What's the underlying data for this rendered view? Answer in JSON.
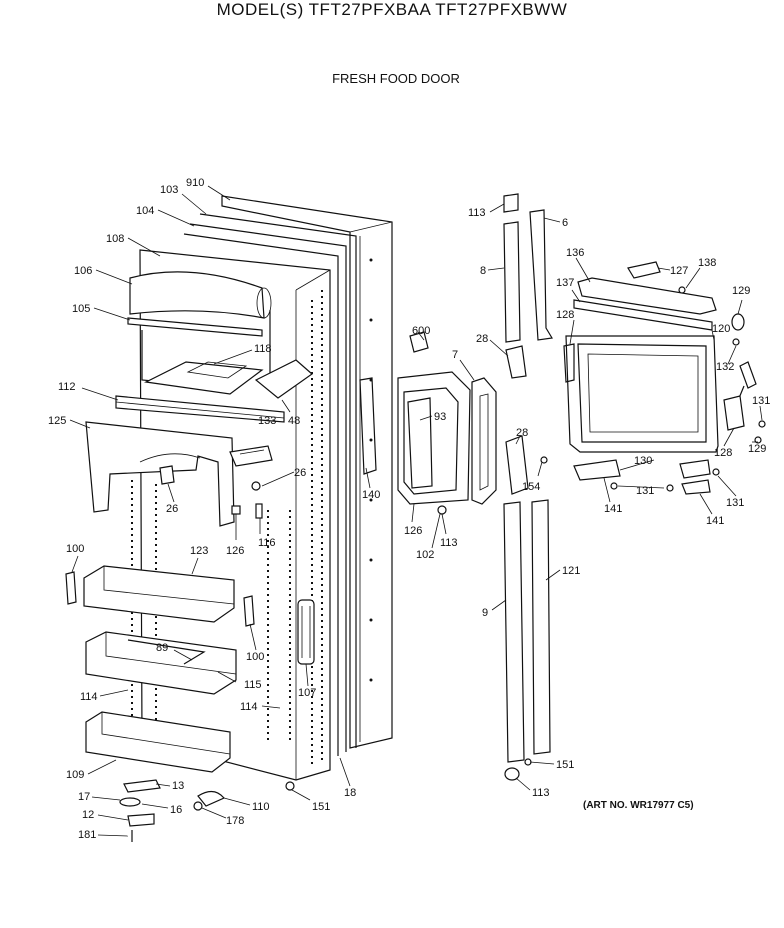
{
  "header": {
    "model": "MODEL(S) TFT27PFXBAA  TFT27PFXBWW",
    "subtitle": "FRESH FOOD DOOR"
  },
  "footer": {
    "art_no": "(ART NO. WR17977 C5)"
  },
  "callouts": {
    "c910": "910",
    "c103": "103",
    "c104": "104",
    "c108": "108",
    "c106": "106",
    "c105": "105",
    "c118": "118",
    "c112": "112",
    "c125": "125",
    "c133": "133",
    "c48": "48",
    "c26a": "26",
    "c26b": "26",
    "c126a": "126",
    "c116": "116",
    "c100a": "100",
    "c123": "123",
    "c89": "89",
    "c100b": "100",
    "c115": "115",
    "c114a": "114",
    "c114b": "114",
    "c107": "107",
    "c109": "109",
    "c13": "13",
    "c17": "17",
    "c16": "16",
    "c12": "12",
    "c110": "110",
    "c181": "181",
    "c178": "178",
    "c151a": "151",
    "c18": "18",
    "c600": "600",
    "c7": "7",
    "c93": "93",
    "c140": "140",
    "c126b": "126",
    "c102": "102",
    "c113a": "113",
    "c113b": "113",
    "c8": "8",
    "c6": "6",
    "c28a": "28",
    "c28b": "28",
    "c154": "154",
    "c9": "9",
    "c121": "121",
    "c151b": "151",
    "c113c": "113",
    "c136": "136",
    "c127": "127",
    "c138": "138",
    "c137": "137",
    "c128a": "128",
    "c129a": "129",
    "c120": "120",
    "c132": "132",
    "c131a": "131",
    "c128b": "128",
    "c129b": "129",
    "c130": "130",
    "c131b": "131",
    "c141a": "141",
    "c141b": "141",
    "c131c": "131"
  }
}
